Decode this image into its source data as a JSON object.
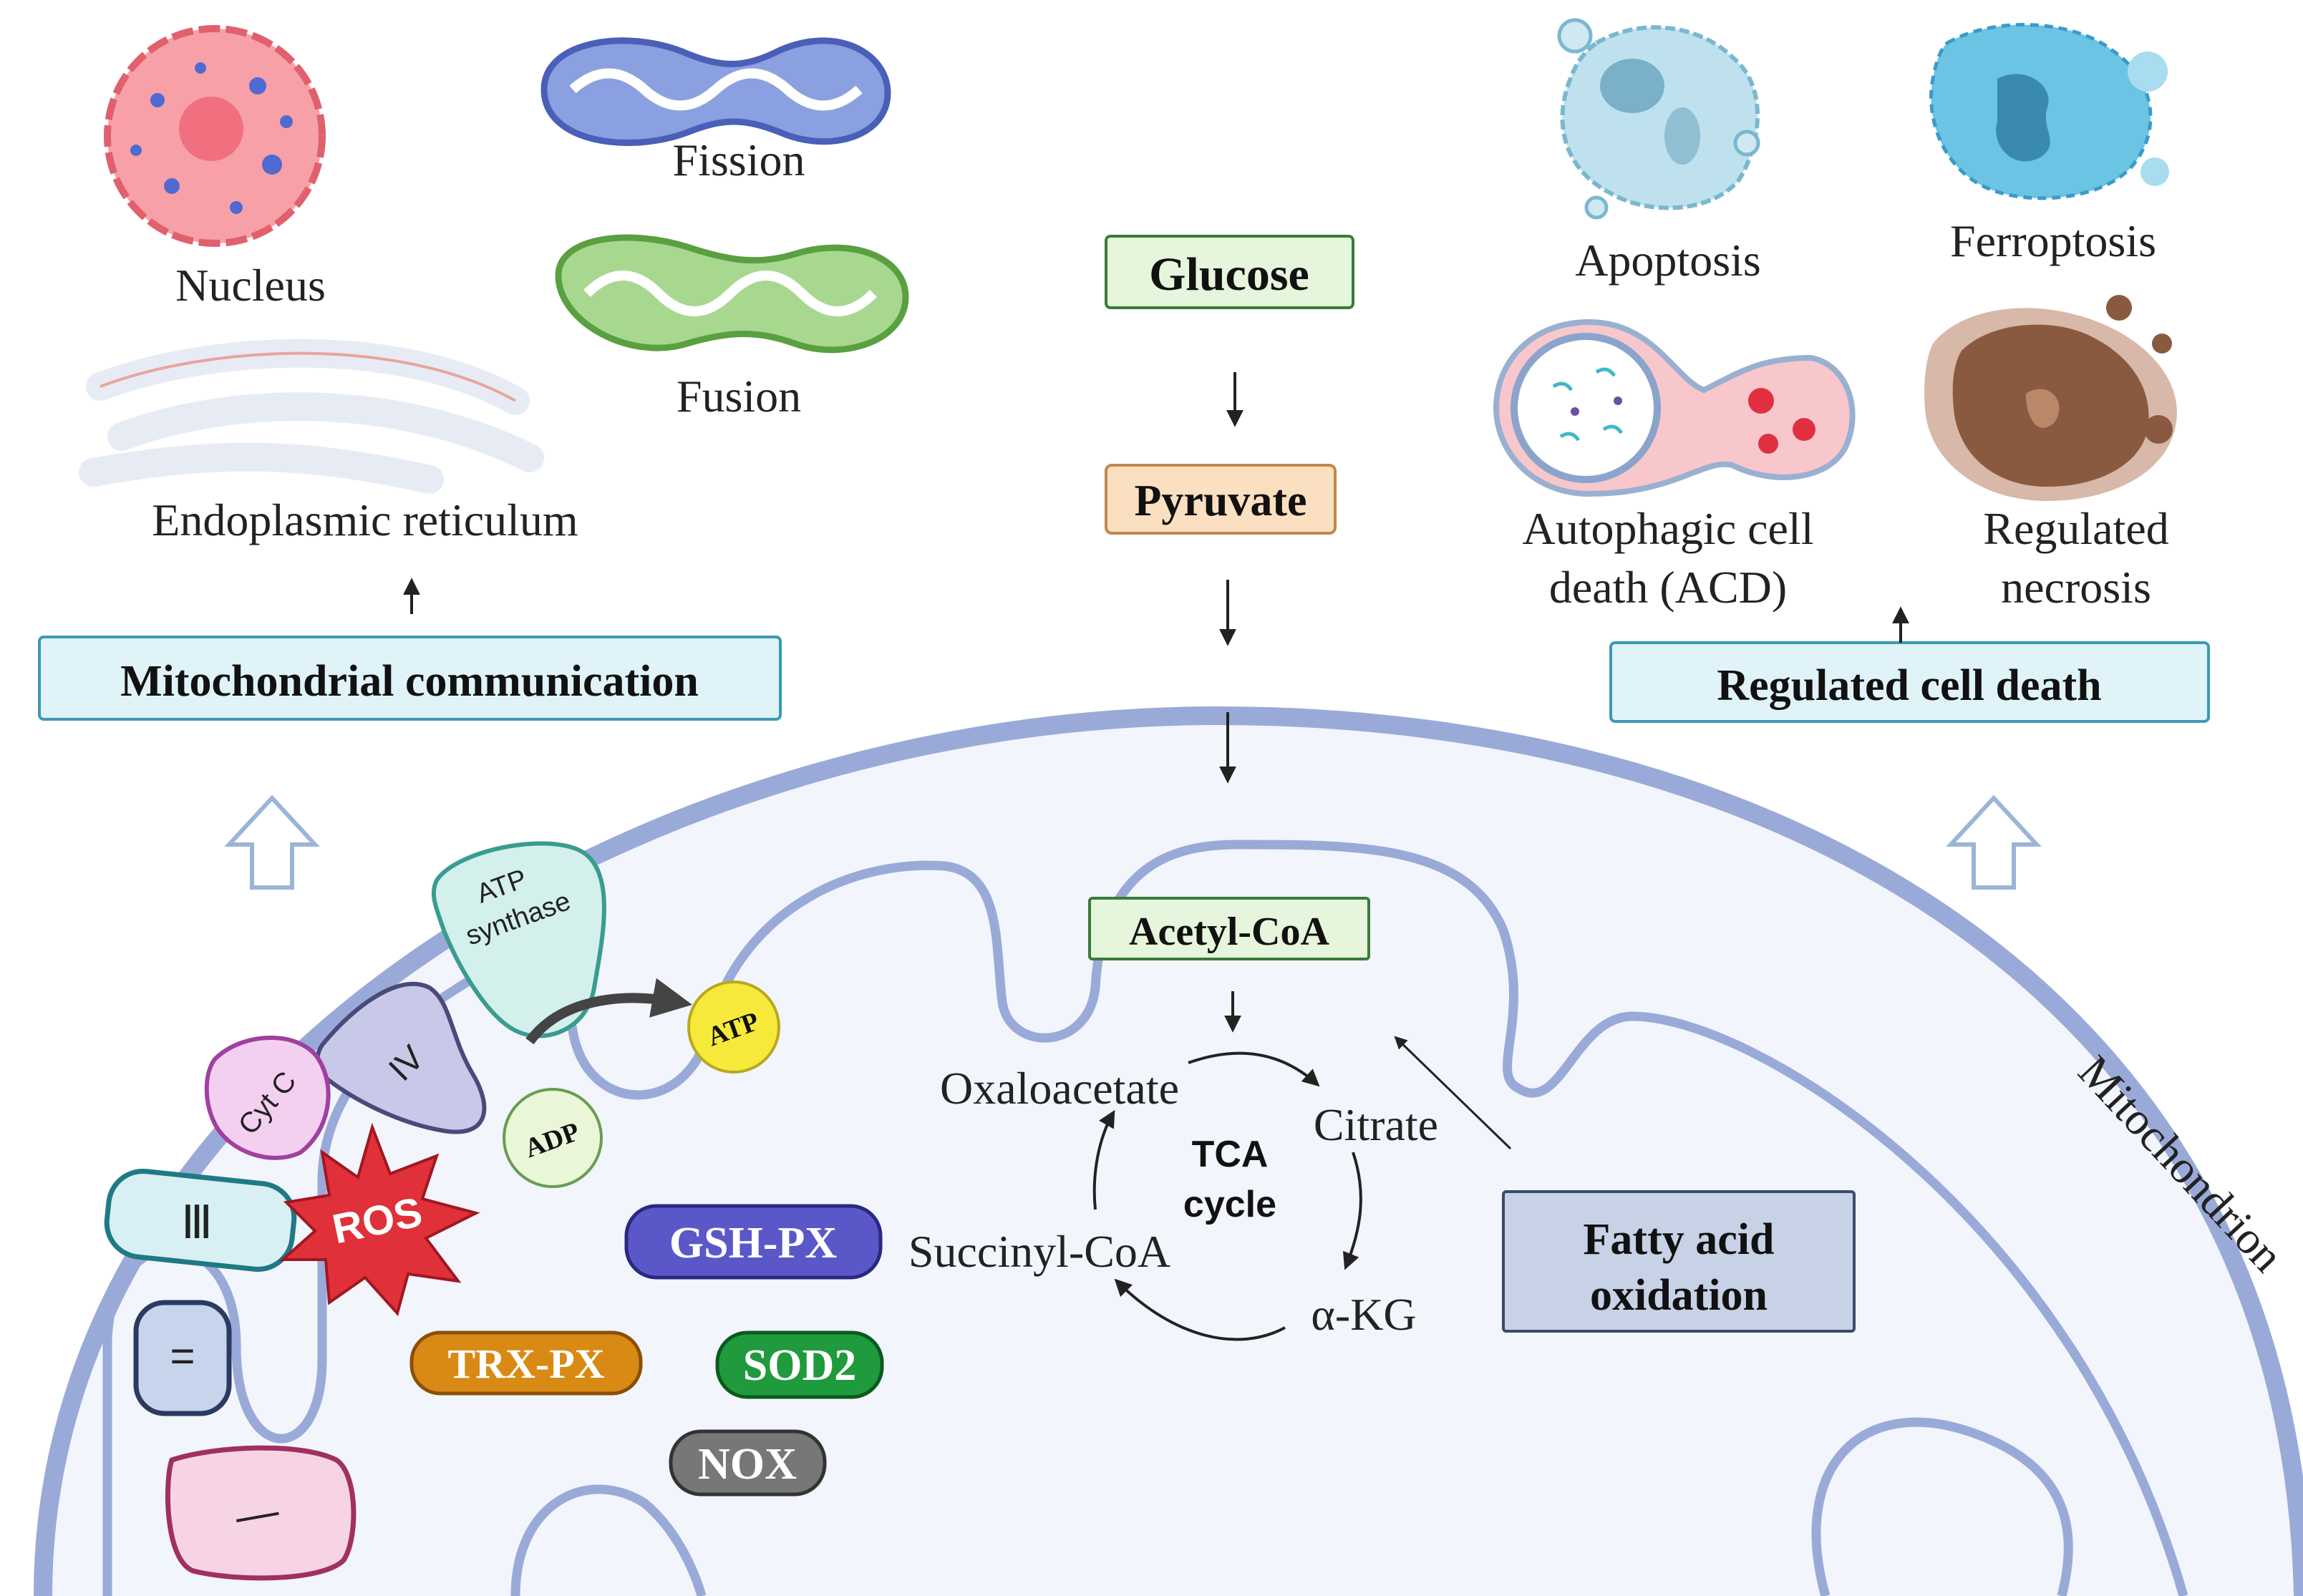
{
  "organelles": {
    "nucleus": "Nucleus",
    "fission": "Fission",
    "fusion": "Fusion",
    "er": "Endoplasmic reticulum"
  },
  "headers": {
    "mito_comm": "Mitochondrial communication",
    "reg_death": "Regulated cell death"
  },
  "cell_death": {
    "apoptosis": "Apoptosis",
    "ferroptosis": "Ferroptosis",
    "acd_line1": "Autophagic cell",
    "acd_line2": "death (ACD)",
    "necrosis_line1": "Regulated",
    "necrosis_line2": "necrosis"
  },
  "pathway": {
    "glucose": "Glucose",
    "pyruvate": "Pyruvate",
    "acetyl_coa": "Acetyl-CoA"
  },
  "tca": {
    "line1": "TCA",
    "line2": "cycle",
    "oxaloacetate": "Oxaloacetate",
    "citrate": "Citrate",
    "akg": "α-KG",
    "succinyl": "Succinyl-CoA"
  },
  "fao": {
    "line1": "Fatty acid",
    "line2": "oxidation"
  },
  "mitochondrion": "Mitochondrion",
  "etc": {
    "atp_synthase_line1": "ATP",
    "atp_synthase_line2": "synthase",
    "atp": "ATP",
    "adp": "ADP",
    "cytc": "Cyt C",
    "complex4": "IV",
    "complex3": "Ⅲ",
    "complex2": "=",
    "complex1": "—",
    "ros": "ROS"
  },
  "enzymes": {
    "gshpx": "GSH-PX",
    "trxpx": "TRX-PX",
    "sod2": "SOD2",
    "nox": "NOX"
  },
  "colors": {
    "membrane": "#9aaad8",
    "matrix": "#f2f5fc",
    "header_fill": "#dff3f8",
    "header_stroke": "#3a9bb0",
    "gshpx": "#5a58c8",
    "trxpx": "#d98a14",
    "sod2": "#1f9a3c",
    "nox": "#777777",
    "ros": "#e0303a"
  }
}
